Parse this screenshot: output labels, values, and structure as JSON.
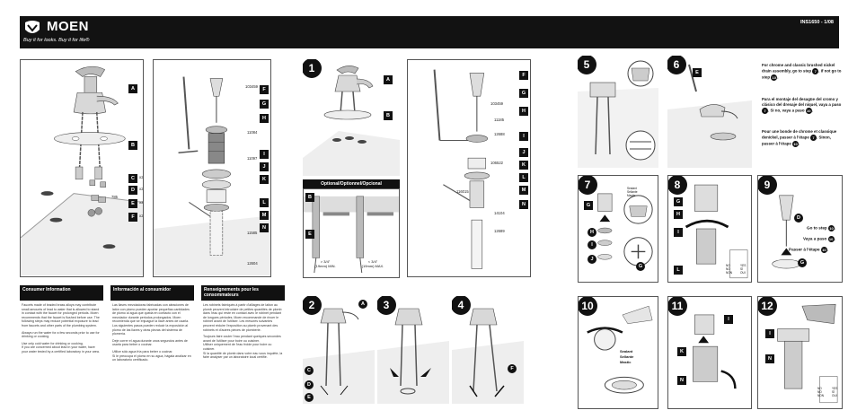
{
  "header": {
    "brand": "MOEN",
    "tagline": "Buy it for looks. Buy it for life®",
    "doc_number": "INS1650 - 1/08"
  },
  "parts": {
    "letters": [
      "A",
      "B",
      "C",
      "D",
      "E",
      "F",
      "G",
      "H",
      "I",
      "J",
      "K",
      "L",
      "M",
      "N"
    ],
    "quantities": [
      "x2",
      "x2",
      "x2",
      "x2"
    ],
    "part_numbers_small": [
      "785"
    ],
    "part_numbers_drain": [
      "103459",
      "11084",
      "11097",
      "11585",
      "12604"
    ],
    "part_numbers_drain2": [
      "103459",
      "11185",
      "12688",
      "106522",
      "116015",
      "14104",
      "12689"
    ]
  },
  "info": {
    "en_title": "Consumer Information",
    "es_title": "Información al consumidor",
    "fr_title": "Renseignements pour les consommateurs",
    "en_p1": "Faucets made of leaded brass alloys may contribute small amounts of lead to water that is allowed to stand in contact with the faucet for prolonged periods. Moen recommends that the faucet is flushed before use. The following steps may reduce potential exposure to lead from faucets and other parts of the plumbing system.",
    "en_p2": "Always run the water for a few seconds prior to use for drinking or cooking.",
    "en_li1": "Use only cold water for drinking or cooking.",
    "en_li2": "If you are concerned about lead in your water, have your water tested by a certified laboratory in your area.",
    "es_p1": "Las llaves mezcladoras fabricadas con aleaciones de latón con plomo pueden aportar pequeñas cantidades de plomo al agua que queda en contacto con el mezclador durante periodos prolongados. Moen recomienda que se enjuague la llave antes de usarla. Los siguientes pasos pueden reducir la exposición al plomo de las llaves y otras piezas del sistema de plomería.",
    "es_p2": "Deje correr el agua durante unos segundos antes de usarla para beber o cocinar.",
    "es_li1": "Utilice sólo agua fría para beber o cocinar.",
    "es_li2": "Si le preocupa el plomo en su agua, hágala analizar en un laboratorio certificado.",
    "fr_p1": "Les robinets fabriqués à partir d'alliages de laiton au plomb peuvent introduire de petites quantités de plomb dans l'eau qui reste en contact avec le robinet pendant de longues périodes. Moen recommande de rincer le robinet avant de l'utiliser. Les mesures suivantes peuvent réduire l'exposition au plomb provenant des robinets et d'autres pièces de plomberie.",
    "fr_li1": "Toujours faire couler l'eau pendant quelques secondes avant de l'utiliser pour boire ou cuisiner.",
    "fr_li2": "Utiliser uniquement de l'eau froide pour boire ou cuisiner.",
    "fr_li3": "Si la quantité de plomb dans votre eau vous inquiète, la faire analyser par un laboratoire local certifié."
  },
  "optional": {
    "title": "Optional/Optionnel/Opcional",
    "dim1": "> 3/4\"\n(19mm) MIN.",
    "dim2": "< 3/4\"\n(19mm) MAX."
  },
  "steps": [
    "1",
    "2",
    "3",
    "4",
    "5",
    "6",
    "7",
    "8",
    "9",
    "10",
    "11",
    "12"
  ],
  "notes": {
    "en": "For chrome and classic brushed nickel drain assembly, go to step",
    "en_mid": ". If not go to step",
    "es": "Para el montaje del desagüe del cromo y clásico del drenaje del níquel, vaya a paso",
    "es_mid": ". Si no, vaya a paso",
    "fr": "Pour une bonde de chrome et classique denickel, passer à l'étape",
    "fr_mid": ". Sinon, passer à l'étape",
    "step_a": "7",
    "step_b": "10"
  },
  "step9": {
    "goto_en": "Go to step",
    "goto_es": "Vaya a paso",
    "goto_fr": "Passer à l'étape",
    "target": "10"
  },
  "sealant": [
    "Sealant",
    "Sellante",
    "Mastic"
  ],
  "bottle": {
    "no": "NO\nNO\nNON",
    "yes": "YES\nSÍ\nOUI"
  }
}
